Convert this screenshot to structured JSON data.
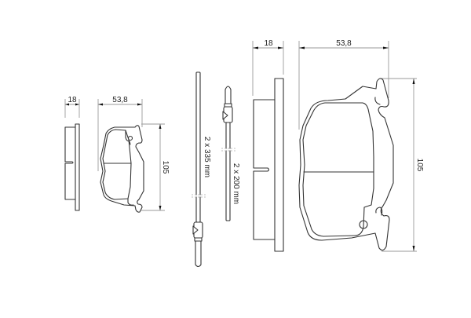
{
  "drawing": {
    "colors": {
      "outline": "#333333",
      "dimension_line": "#9a9a9a",
      "arrow": "#111111",
      "text": "#222222",
      "background": "#ffffff"
    },
    "small_pad": {
      "thickness_label": "18",
      "width_label": "53,8",
      "height_label": "105"
    },
    "wear_sensors": {
      "long_label": "2 x 335 mm",
      "short_label": "2 x 200 mm"
    },
    "large_pad": {
      "thickness_label": "18",
      "width_label": "53,8",
      "height_label": "105"
    }
  }
}
